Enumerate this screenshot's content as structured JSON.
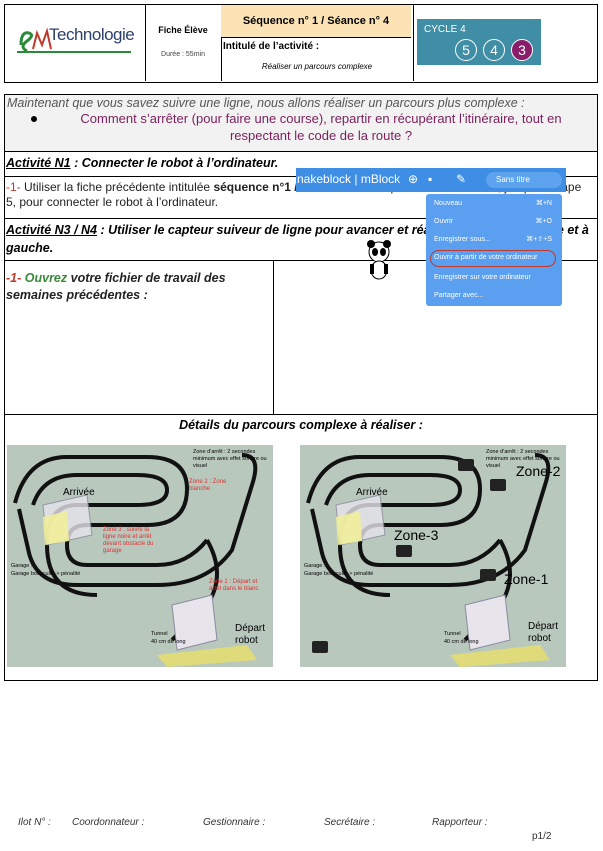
{
  "header": {
    "logo_text": "Technologie",
    "fiche_title": "Fiche Élève",
    "duration": "Durée : 55min",
    "sequence": "Séquence n° 1   / Séance n° 4",
    "intitule_label": "Intitulé de l’activité :",
    "intitule_value": "Réaliser un parcours complexe",
    "cycle_label": "CYCLE 4",
    "cycle_levels": [
      "5",
      "4",
      "3"
    ],
    "colors": {
      "sequence_bg": "#fbe3b6",
      "cycle_bg": "#3f8ea5",
      "active_level": "#8a1d6a"
    }
  },
  "intro": {
    "line1": "Maintenant que vous savez suivre une ligne, nous allons réaliser un parcours plus complexe :",
    "question": "Comment s’arrêter (pour faire une course), repartir en récupérant l’itinéraire, tout en respectant le code de la route ?"
  },
  "activity1": {
    "title_label": "Activité N1",
    "title_rest": " : Connecter le robot à l’ordinateur.",
    "step_num": "-1-",
    "step_a": "   Utiliser la fiche précédente intitulée ",
    "step_b": "séquence n°1 / Séance n°1",
    "step_c": " : Déplacements de base, jusqu’à l’étape 5, pour connecter le robot à l’ordinateur."
  },
  "activity3": {
    "title_label": "Activité N3 / N4",
    "title_rest": " : Utiliser le capteur suiveur de ligne pour avancer et réaliser un virage à droite et à gauche.",
    "step_num": "-1-",
    "step_verb": " Ouvrez",
    "step_rest": " votre fichier de travail des semaines précédentes :"
  },
  "mblock": {
    "brand": "nakeblock | mBlock",
    "search": "Sans titre",
    "menu": [
      {
        "label": "Nouveau",
        "shortcut": "⌘+N"
      },
      {
        "label": "Ouvrir",
        "shortcut": "⌘+O"
      },
      {
        "label": "Enregistrer sous...",
        "shortcut": "⌘+⇧+S"
      },
      {
        "label": "Ouvrir à partir de votre ordinateur",
        "shortcut": ""
      },
      {
        "label": "Enregistrer sur votre ordinateur",
        "shortcut": ""
      },
      {
        "label": "Partager avec...",
        "shortcut": ""
      }
    ]
  },
  "details_title": "Détails du parcours complexe à réaliser :",
  "track_left": {
    "arrivee": "Arrivée",
    "zone_arret": "Zone d’arrêt : 2 secondes minimum avec effet sonore ou visuel",
    "zone2": "Zone 2 : Zone blanche",
    "zone3": "Zone 3 : suivre la ligne noire et arrêt devant obstacle du garage",
    "zone1": "Zone 1 : Départ et arrêt dans le blanc",
    "garage": "Garage :",
    "garage2": "Garage bousculé -> pénalité",
    "tunnel": "Tunnel",
    "tunnel2": "40 cm de long",
    "depart": "Départ",
    "robot": "robot"
  },
  "track_right": {
    "zone2": "Zone-2",
    "zone3": "Zone-3",
    "zone1": "Zone-1",
    "arrivee": "Arrivée",
    "zone_arret": "Zone d’arrêt : 2 secondes minimum avec effet sonore ou visuel",
    "garage": "Garage :",
    "garage2": "Garage bousculé -> pénalité",
    "tunnel": "Tunnel",
    "tunnel2": "40 cm de long",
    "depart": "Départ",
    "robot": "robot"
  },
  "footer": {
    "ilot": "Ilot N° :",
    "coord": "Coordonnateur :",
    "gest": "Gestionnaire :",
    "secr": "Secrétaire :",
    "rapp": "Rapporteur :",
    "page": "p1/2"
  }
}
